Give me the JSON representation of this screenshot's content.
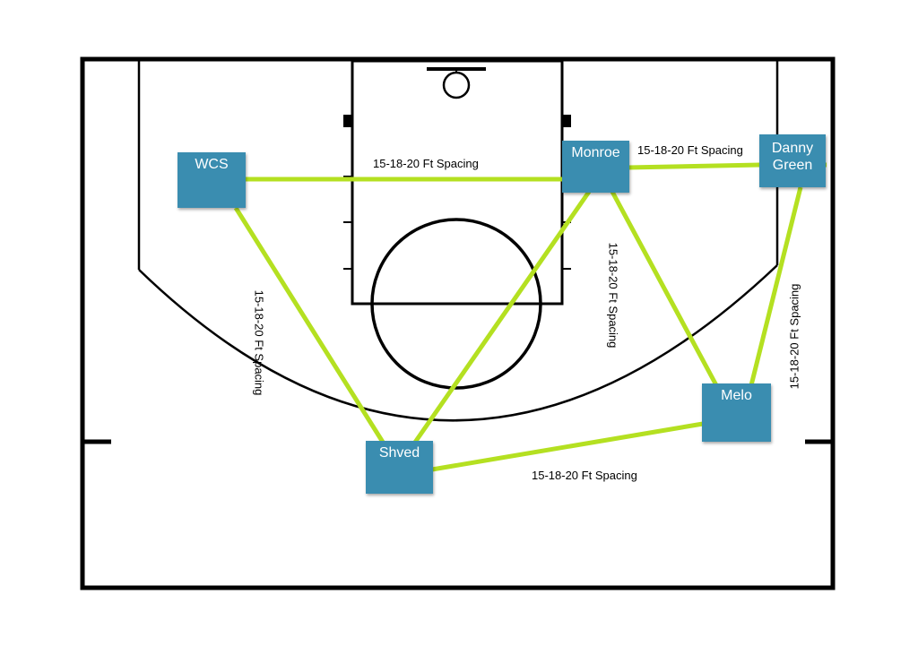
{
  "colors": {
    "court_line": "#000000",
    "connector": "#b4e021",
    "player_fill": "#3a8db0",
    "player_text": "#ffffff"
  },
  "players": {
    "wcs": "WCS",
    "monroe": "Monroe",
    "danny_green": "Danny Green",
    "melo": "Melo",
    "shved": "Shved"
  },
  "spacing_labels": {
    "wcs_monroe": "15-18-20 Ft Spacing",
    "monroe_green": "15-18-20 Ft Spacing",
    "monroe_melo": "15-18-20 Ft Spacing",
    "green_melo": "15-18-20 Ft Spacing",
    "wcs_shved": "15-18-20 Ft Spacing",
    "shved_melo": "15-18-20 Ft Spacing"
  }
}
